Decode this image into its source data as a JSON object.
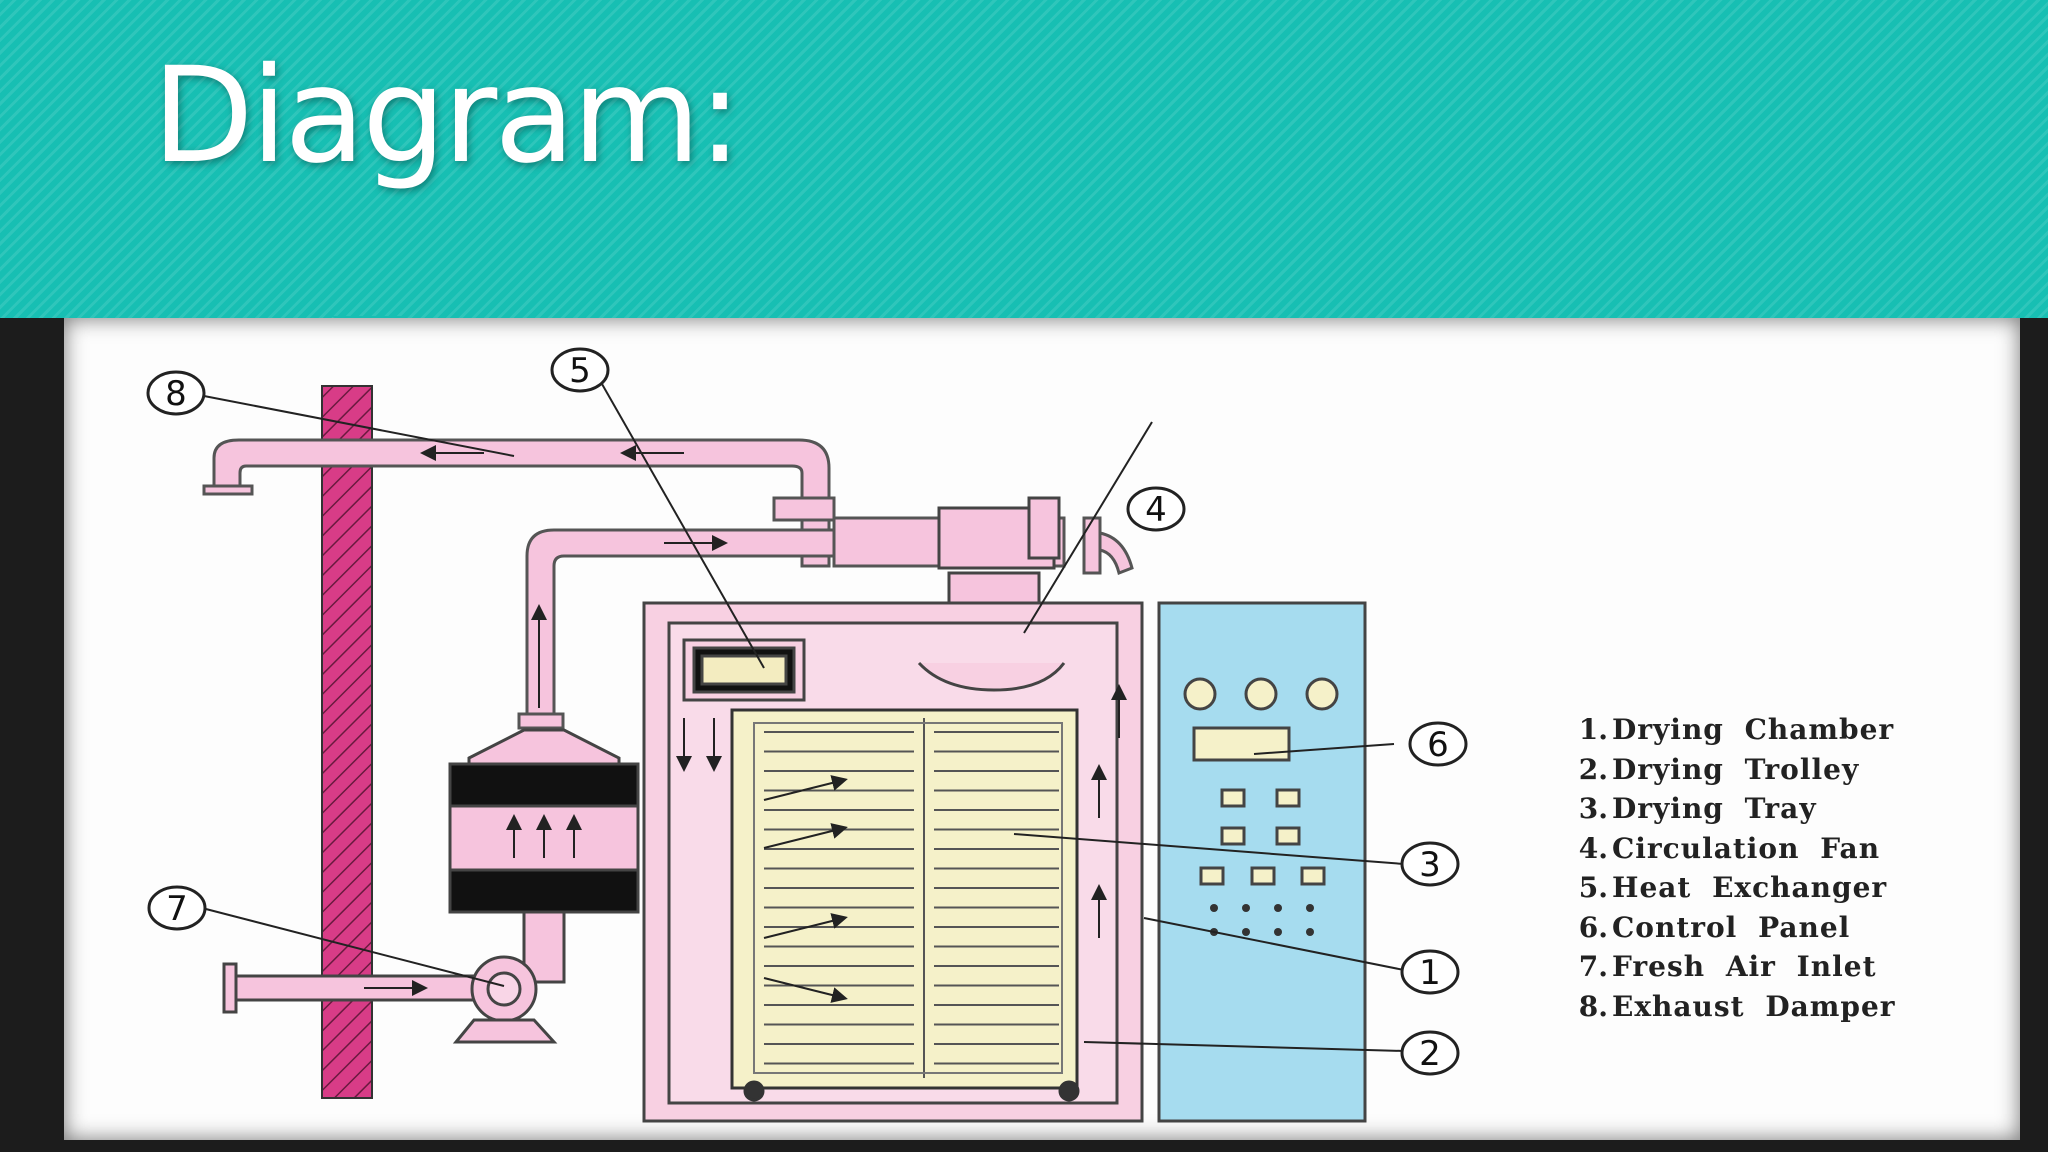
{
  "slide": {
    "title": "Diagram:"
  },
  "diagram": {
    "callouts": [
      "1",
      "2",
      "3",
      "4",
      "5",
      "6",
      "7",
      "8"
    ],
    "colors": {
      "pipe": "#f6c4dd",
      "chamber": "#f8d0e2",
      "wall_hatch": "#d83c87",
      "panel": "#a6dcef",
      "trays": "#f5f1c9",
      "teal": "#17bfb3"
    },
    "legend": [
      {
        "num": "1.",
        "text": "Drying Chamber"
      },
      {
        "num": "2.",
        "text": "Drying Trolley"
      },
      {
        "num": "3.",
        "text": "Drying Tray"
      },
      {
        "num": "4.",
        "text": "Circulation Fan"
      },
      {
        "num": "5.",
        "text": "Heat Exchanger"
      },
      {
        "num": "6.",
        "text": "Control Panel"
      },
      {
        "num": "7.",
        "text": "Fresh Air Inlet"
      },
      {
        "num": "8.",
        "text": "Exhaust Damper"
      }
    ]
  }
}
